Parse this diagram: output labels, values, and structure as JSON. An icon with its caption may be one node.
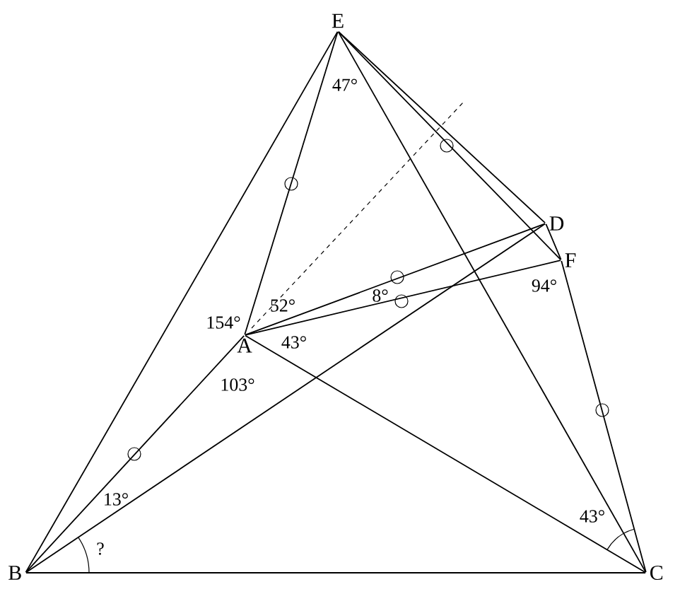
{
  "diagram": {
    "nodes": [
      {
        "text": [
          "E"
        ]
      },
      {
        "text": [
          "D"
        ]
      },
      {
        "text": [
          "F"
        ]
      },
      {
        "text": [
          "A"
        ]
      },
      {
        "text": [
          "B"
        ]
      },
      {
        "text": [
          "C"
        ]
      }
    ],
    "edges": [
      {
        "from": 0,
        "to": 4,
        "arrow": "none"
      },
      {
        "from": 0,
        "to": 3,
        "arrow": "none"
      },
      {
        "from": 0,
        "to": 5,
        "arrow": "none"
      },
      {
        "from": 0,
        "to": 1,
        "arrow": "none"
      },
      {
        "from": 0,
        "to": 2,
        "arrow": "none"
      },
      {
        "from": 1,
        "to": 2,
        "arrow": "none"
      },
      {
        "from": 2,
        "to": 5,
        "arrow": "none"
      },
      {
        "from": 3,
        "to": 1,
        "arrow": "none"
      },
      {
        "from": 3,
        "to": 2,
        "arrow": "none"
      },
      {
        "from": 3,
        "to": 4,
        "arrow": "none"
      },
      {
        "from": 3,
        "to": 5,
        "arrow": "none"
      },
      {
        "from": 4,
        "to": 1,
        "arrow": "none"
      },
      {
        "from": 4,
        "to": 5,
        "arrow": "none"
      }
    ],
    "labels": [
      "47°",
      "154°",
      "52°",
      "8°",
      "94°",
      "43°",
      "103°",
      "13°",
      "43°",
      "?"
    ]
  }
}
